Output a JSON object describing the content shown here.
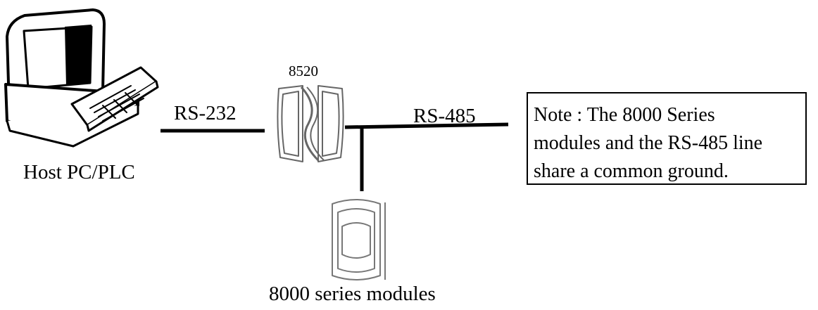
{
  "host": {
    "label": "Host PC/PLC",
    "icon": "computer-icon"
  },
  "converter": {
    "label": "8520",
    "icon": "converter-icon"
  },
  "modules": {
    "label": "8000 series modules",
    "icon": "module-icon"
  },
  "links": {
    "rs232": "RS-232",
    "rs485": "RS-485"
  },
  "note": {
    "lines": [
      "Note :  The 8000 Series",
      "modules and the RS-485 line",
      "share a common ground."
    ]
  },
  "colors": {
    "line": "#000000",
    "background": "#ffffff",
    "screen": "#000000"
  }
}
